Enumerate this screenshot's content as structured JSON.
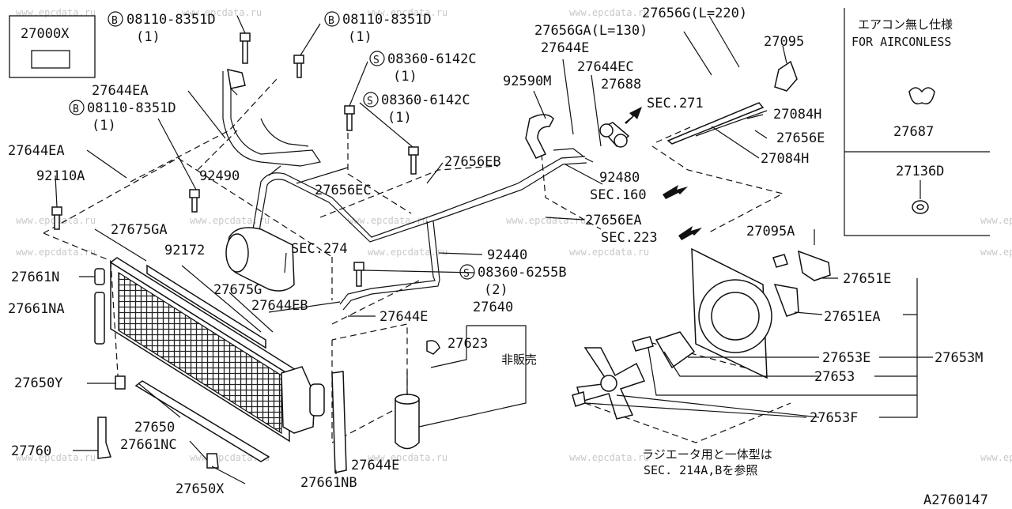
{
  "watermark": "www.epcdata.ru",
  "diagram_code": "A2760147",
  "section_refs": {
    "sec271": "SEC.271",
    "sec160": "SEC.160",
    "sec223": "SEC.223",
    "sec274": "SEC.274"
  },
  "boxes": {
    "aircon_less_jp": "エアコン無し仕様",
    "aircon_less_en": "FOR AIRCONLESS"
  },
  "notes": {
    "radiator_line1": "ラジエータ用と一体型は",
    "radiator_line2": "SEC. 214A,Bを参照",
    "not_for_sale": "非販売"
  },
  "labels": {
    "p27000X": "27000X",
    "b1": "08110-8351D",
    "b1q": "(1)",
    "b2": "08110-8351D",
    "b2q": "(1)",
    "b3": "08110-8351D",
    "b3q": "(1)",
    "s1": "08360-6142C",
    "s1q": "(1)",
    "s2": "08360-6142C",
    "s2q": "(1)",
    "s3": "08360-6255B",
    "s3q": "(2)",
    "p27644EA_1": "27644EA",
    "p27644EA_2": "27644EA",
    "p92110A": "92110A",
    "p92490": "92490",
    "p27656EC": "27656EC",
    "p27656EB": "27656EB",
    "p92590M": "92590M",
    "p27644E_top": "27644E",
    "p27656GA": "27656GA(L=130)",
    "p27656G": "27656G(L=220)",
    "p27644EC": "27644EC",
    "p27688": "27688",
    "p27095": "27095",
    "p27084H_1": "27084H",
    "p27656E": "27656E",
    "p27084H_2": "27084H",
    "p92480": "92480",
    "p27656EA": "27656EA",
    "p27675GA": "27675GA",
    "p92172": "92172",
    "p27661N": "27661N",
    "p27661NA": "27661NA",
    "p27675G": "27675G",
    "p27644EB": "27644EB",
    "p92440": "92440",
    "p27644E_mid": "27644E",
    "p27640": "27640",
    "p27623": "27623",
    "p27650Y": "27650Y",
    "p27650": "27650",
    "p27760": "27760",
    "p27661NC": "27661NC",
    "p27650X": "27650X",
    "p27661NB": "27661NB",
    "p27644E_bot": "27644E",
    "p27687": "27687",
    "p27136D": "27136D",
    "p27095A": "27095A",
    "p27651E": "27651E",
    "p27651EA": "27651EA",
    "p27653E": "27653E",
    "p27653": "27653",
    "p27653F": "27653F",
    "p27653M": "27653M"
  }
}
